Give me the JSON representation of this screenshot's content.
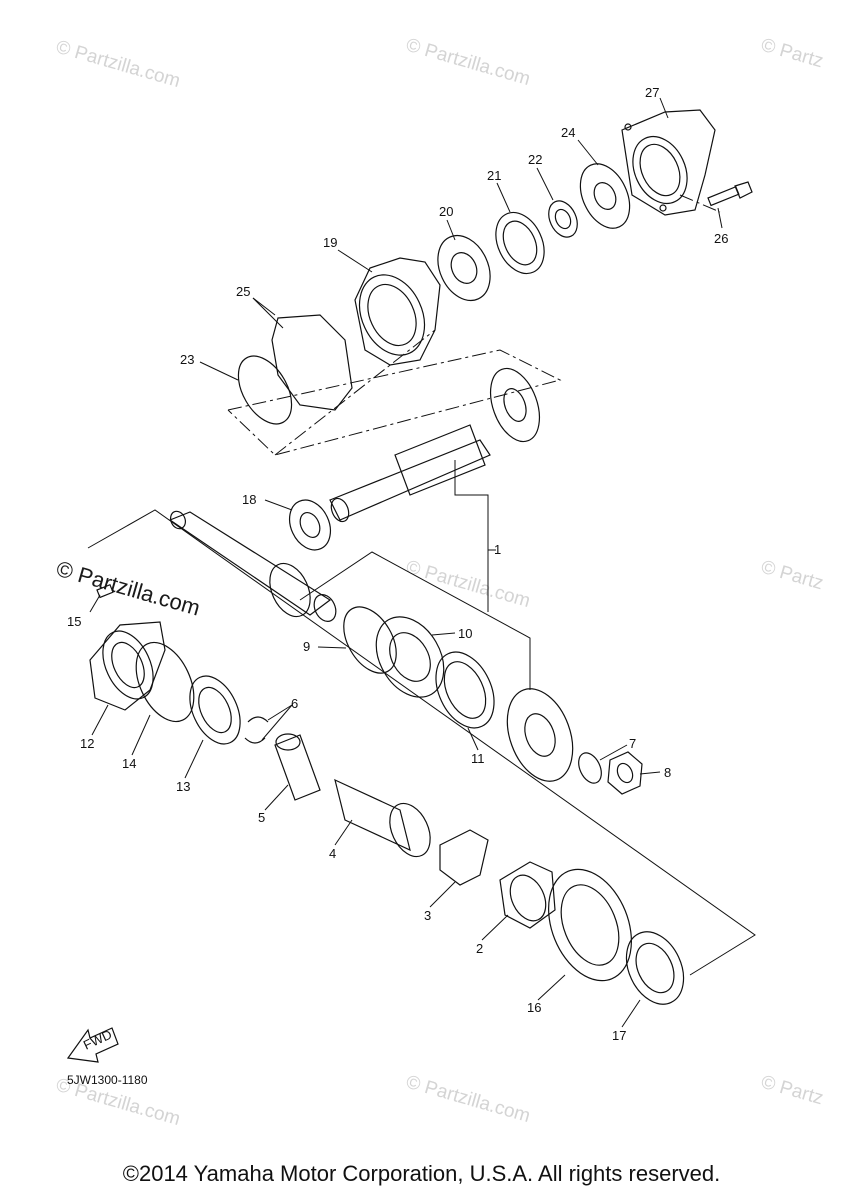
{
  "diagram": {
    "code": "5JW1300-1180",
    "fwd_label": "FWD",
    "copyright": "©2014 Yamaha Motor Corporation, U.S.A. All rights reserved.",
    "watermark": {
      "small": "© Partzilla.com",
      "small_short": "© Partz",
      "large": "© Partzilla.com"
    },
    "callouts": [
      "1",
      "2",
      "3",
      "4",
      "5",
      "6",
      "7",
      "8",
      "9",
      "10",
      "11",
      "12",
      "13",
      "14",
      "15",
      "16",
      "17",
      "18",
      "19",
      "20",
      "21",
      "22",
      "23",
      "24",
      "25",
      "26",
      "27"
    ]
  }
}
